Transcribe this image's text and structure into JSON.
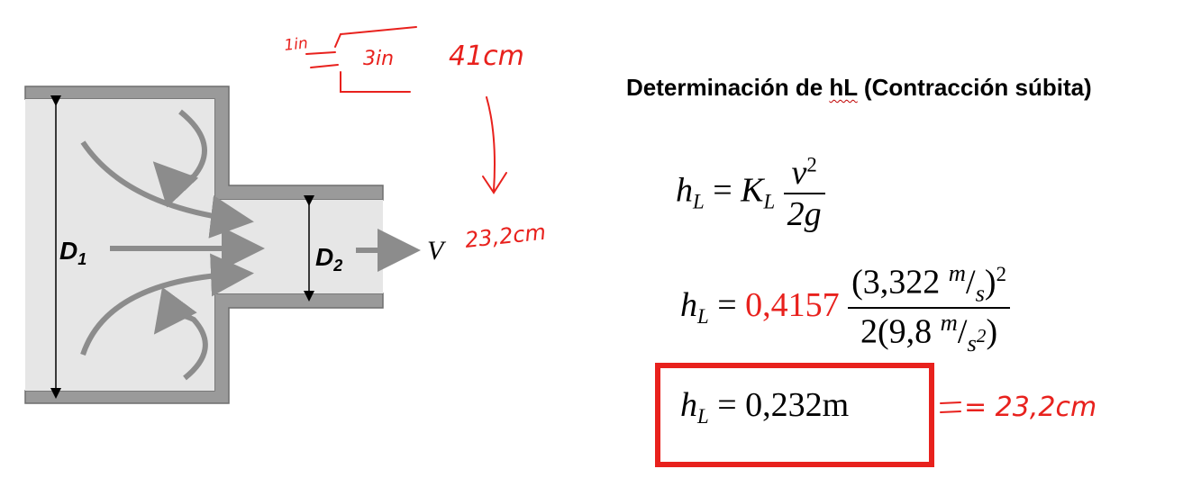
{
  "diagram": {
    "label_d1": "D",
    "label_d1_sub": "1",
    "label_d2": "D",
    "label_d2_sub": "2",
    "label_v": "V"
  },
  "handwriting": {
    "note_1in": "1in",
    "note_3in": "3in",
    "note_41cm": "41cm",
    "note_23cm": "23,2cm",
    "result_note": "= 23,2cm"
  },
  "title": {
    "prefix": "Determinación de ",
    "hl": "hL",
    "suffix": " (Contracción súbita)"
  },
  "equations": {
    "eq1": {
      "h": "h",
      "sub": "L",
      "equals": "=",
      "k": "K",
      "ksub": "L",
      "num_v": "v",
      "num_exp": "2",
      "den": "2g"
    },
    "eq2": {
      "h": "h",
      "sub": "L",
      "equals": "=",
      "coef": "0,4157",
      "num": "(3,322",
      "num_unit_m": "m",
      "num_unit_s": "s",
      "num_close": ")",
      "num_exp": "2",
      "den_open": "2(9,8",
      "den_unit_m": "m",
      "den_unit_s": "s",
      "den_exp": "2",
      "den_close": ")"
    },
    "eq3": {
      "h": "h",
      "sub": "L",
      "equals": "=",
      "value": "0,232m"
    }
  },
  "colors": {
    "accent_red": "#e8211d",
    "pipe_fill": "#e6e6e6",
    "pipe_wall": "#8c8c8c",
    "arrow": "#8c8c8c"
  }
}
